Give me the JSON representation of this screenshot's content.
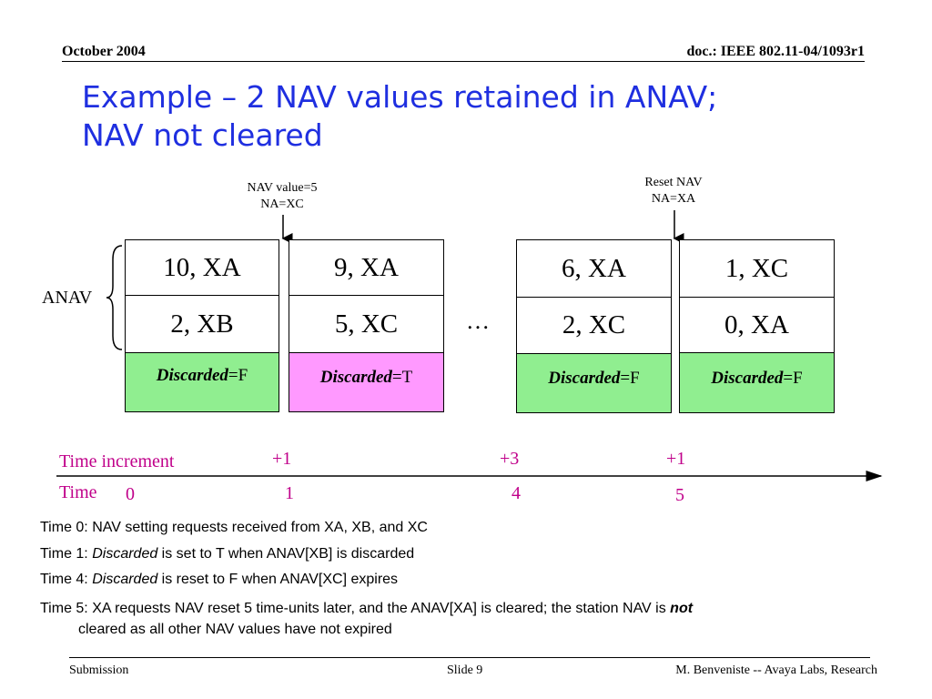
{
  "header": {
    "date": "October 2004",
    "doc": "doc.: IEEE 802.11-04/1093r1"
  },
  "title": {
    "line1": "Example – 2 NAV values retained in ANAV;",
    "line2": "NAV not cleared"
  },
  "callouts": [
    {
      "line1": "NAV value=5",
      "line2": "NA=XC"
    },
    {
      "line1": "Reset NAV",
      "line2": "NA=XA"
    }
  ],
  "anav_label": "ANAV",
  "ellipsis": "…",
  "boxes": [
    {
      "top": "10, XA",
      "bottom": "2, XB",
      "discarded_label": "Discarded",
      "discarded_value": "=F",
      "color": "#90ee90"
    },
    {
      "top": "9, XA",
      "bottom": "5, XC",
      "discarded_label": "Discarded",
      "discarded_value": "=T",
      "color": "#ff99ff"
    },
    {
      "top": "6, XA",
      "bottom": "2, XC",
      "discarded_label": "Discarded",
      "discarded_value": "=F",
      "color": "#90ee90"
    },
    {
      "top": "1, XC",
      "bottom": "0, XA",
      "discarded_label": "Discarded",
      "discarded_value": "=F",
      "color": "#90ee90"
    }
  ],
  "timeline": {
    "increment_label": "Time increment",
    "time_label": "Time",
    "increments": [
      "+1",
      "+3",
      "+1"
    ],
    "times": [
      "0",
      "1",
      "4",
      "5"
    ]
  },
  "notes": [
    {
      "prefix": "Time 0: NAV setting requests received from XA, XB, and XC"
    },
    {
      "prefix": "Time 1: ",
      "em": "Discarded",
      "rest": " is set to T when ANAV[XB] is discarded"
    },
    {
      "prefix": "Time 4: ",
      "em": "Discarded",
      "rest": " is reset to F when ANAV[XC] expires"
    },
    {
      "prefix": "Time 5: XA requests NAV reset  5 time-units later, and the ANAV[XA] is cleared; the station NAV is ",
      "em": "not",
      "rest": "cleared as all other NAV values have not expired"
    }
  ],
  "footer": {
    "left": "Submission",
    "center": "Slide 9",
    "right": "M. Benveniste -- Avaya Labs, Research"
  }
}
